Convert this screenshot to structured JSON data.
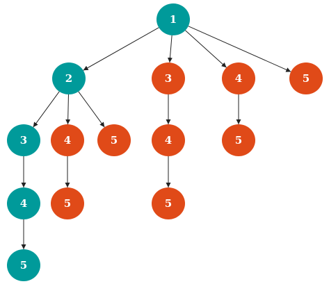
{
  "colors": {
    "teal": "#009a9a",
    "orange": "#e04a18",
    "edge": "#222222"
  },
  "nodes": [
    {
      "id": "n1",
      "label": "1",
      "color": "teal"
    },
    {
      "id": "n2",
      "label": "2",
      "color": "teal"
    },
    {
      "id": "n3a",
      "label": "3",
      "color": "orange"
    },
    {
      "id": "n4a",
      "label": "4",
      "color": "orange"
    },
    {
      "id": "n5a",
      "label": "5",
      "color": "orange"
    },
    {
      "id": "n3b",
      "label": "3",
      "color": "teal"
    },
    {
      "id": "n4b",
      "label": "4",
      "color": "orange"
    },
    {
      "id": "n5b",
      "label": "5",
      "color": "orange"
    },
    {
      "id": "n4c",
      "label": "4",
      "color": "orange"
    },
    {
      "id": "n5c",
      "label": "5",
      "color": "orange"
    },
    {
      "id": "n4d",
      "label": "4",
      "color": "teal"
    },
    {
      "id": "n5d",
      "label": "5",
      "color": "orange"
    },
    {
      "id": "n5e",
      "label": "5",
      "color": "orange"
    },
    {
      "id": "n5f",
      "label": "5",
      "color": "teal"
    }
  ],
  "edges": [
    [
      "n1",
      "n2"
    ],
    [
      "n1",
      "n3a"
    ],
    [
      "n1",
      "n4a"
    ],
    [
      "n1",
      "n5a"
    ],
    [
      "n2",
      "n3b"
    ],
    [
      "n2",
      "n4b"
    ],
    [
      "n2",
      "n5b"
    ],
    [
      "n3a",
      "n4c"
    ],
    [
      "n4a",
      "n5c"
    ],
    [
      "n3b",
      "n4d"
    ],
    [
      "n4b",
      "n5d"
    ],
    [
      "n4c",
      "n5e"
    ],
    [
      "n4d",
      "n5f"
    ]
  ]
}
